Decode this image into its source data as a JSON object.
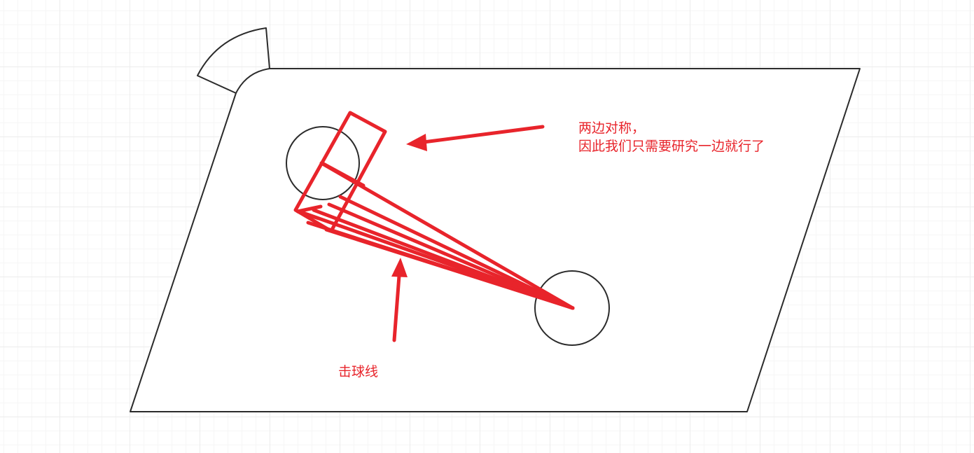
{
  "annotations": {
    "symmetry_line1": "两边对称，",
    "symmetry_line2": "因此我们只需要研究一边就行了",
    "shot_lines": "击球线"
  },
  "colors": {
    "outline": "#2b2b2b",
    "annotation": "#e8242b"
  }
}
